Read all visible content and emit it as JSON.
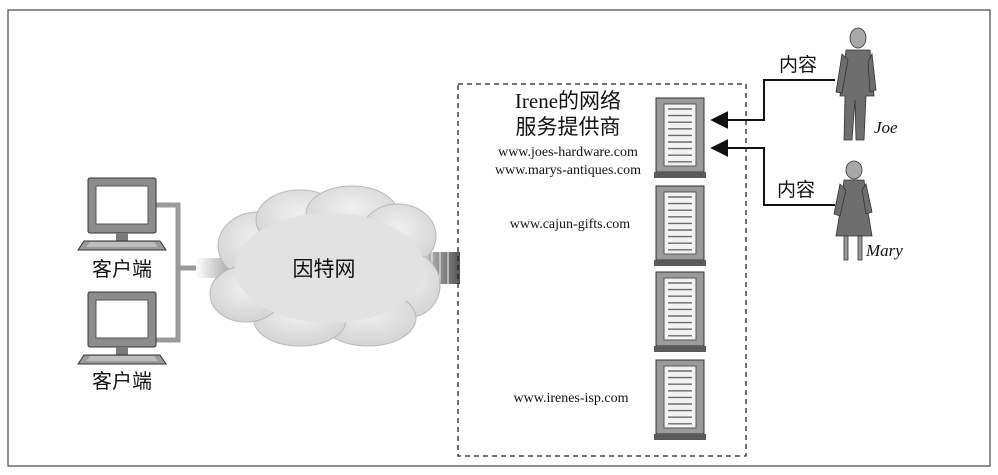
{
  "clients": [
    {
      "label": "客户端"
    },
    {
      "label": "客户端"
    }
  ],
  "internet": {
    "label": "因特网"
  },
  "isp": {
    "title_line1": "Irene的网络",
    "title_line2": "服务提供商",
    "servers": [
      {
        "sites": [
          "www.joes-hardware.com",
          "www.marys-antiques.com"
        ]
      },
      {
        "sites": [
          "www.cajun-gifts.com"
        ]
      },
      {
        "sites": []
      },
      {
        "sites": [
          "www.irenes-isp.com"
        ]
      }
    ]
  },
  "publishers": [
    {
      "name": "Joe",
      "arrow_label": "内容"
    },
    {
      "name": "Mary",
      "arrow_label": "内容"
    }
  ],
  "colors": {
    "frame": "#222222",
    "server_body": "#9a9a9a",
    "server_panel": "#f2f2f2",
    "cloud_fill": "#dedede",
    "person_shade": "#6e6e6e"
  }
}
